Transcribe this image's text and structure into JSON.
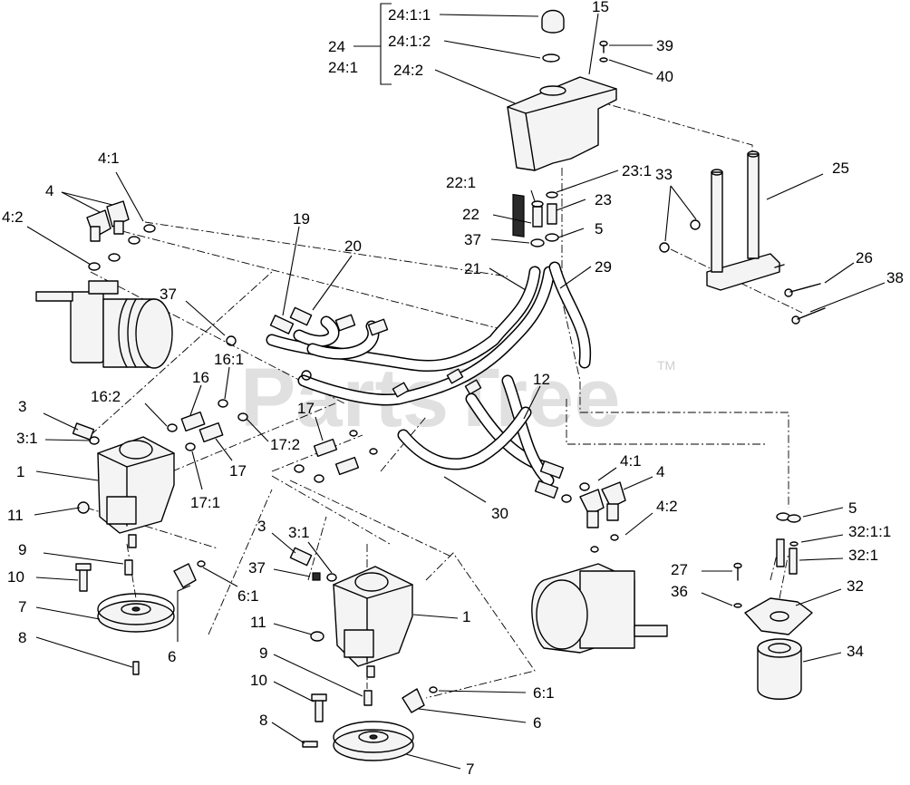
{
  "watermark": {
    "text": "PartsTree",
    "trademark": "TM"
  },
  "callouts": {
    "c24_1_1": "24:1:1",
    "c24_1_2": "24:1:2",
    "c24": "24",
    "c24_1": "24:1",
    "c24_2": "24:2",
    "c15": "15",
    "c39": "39",
    "c40": "40",
    "c4_1_left": "4:1",
    "c4_left": "4",
    "c4_2_left": "4:2",
    "c19": "19",
    "c20": "20",
    "c37_top": "37",
    "c16_1": "16:1",
    "c16": "16",
    "c16_2": "16:2",
    "c3_left": "3",
    "c3_1_left": "3:1",
    "c1_left": "1",
    "c11_left": "11",
    "c9_left": "9",
    "c10_left": "10",
    "c7_left": "7",
    "c8_left": "8",
    "c17_2": "17:2",
    "c17_right": "17",
    "c17_1": "17:1",
    "c17_mid": "17",
    "c6_1_left": "6:1",
    "c6_left": "6",
    "c22_1": "22:1",
    "c23_1": "23:1",
    "c22": "22",
    "c23": "23",
    "c37_mid": "37",
    "c5_top": "5",
    "c21": "21",
    "c29": "29",
    "c12": "12",
    "c30": "30",
    "c33": "33",
    "c25": "25",
    "c26": "26",
    "c38": "38",
    "c4_1_right": "4:1",
    "c4_right": "4",
    "c4_2_right": "4:2",
    "c5_right": "5",
    "c32_1_1": "32:1:1",
    "c32_1": "32:1",
    "c27": "27",
    "c36": "36",
    "c32": "32",
    "c34": "34",
    "c3_mid": "3",
    "c3_1_mid": "3:1",
    "c37_low": "37",
    "c1_mid": "1",
    "c11_mid": "11",
    "c9_mid": "9",
    "c10_mid": "10",
    "c8_mid": "8",
    "c6_1_mid": "6:1",
    "c6_mid": "6",
    "c7_mid": "7"
  }
}
